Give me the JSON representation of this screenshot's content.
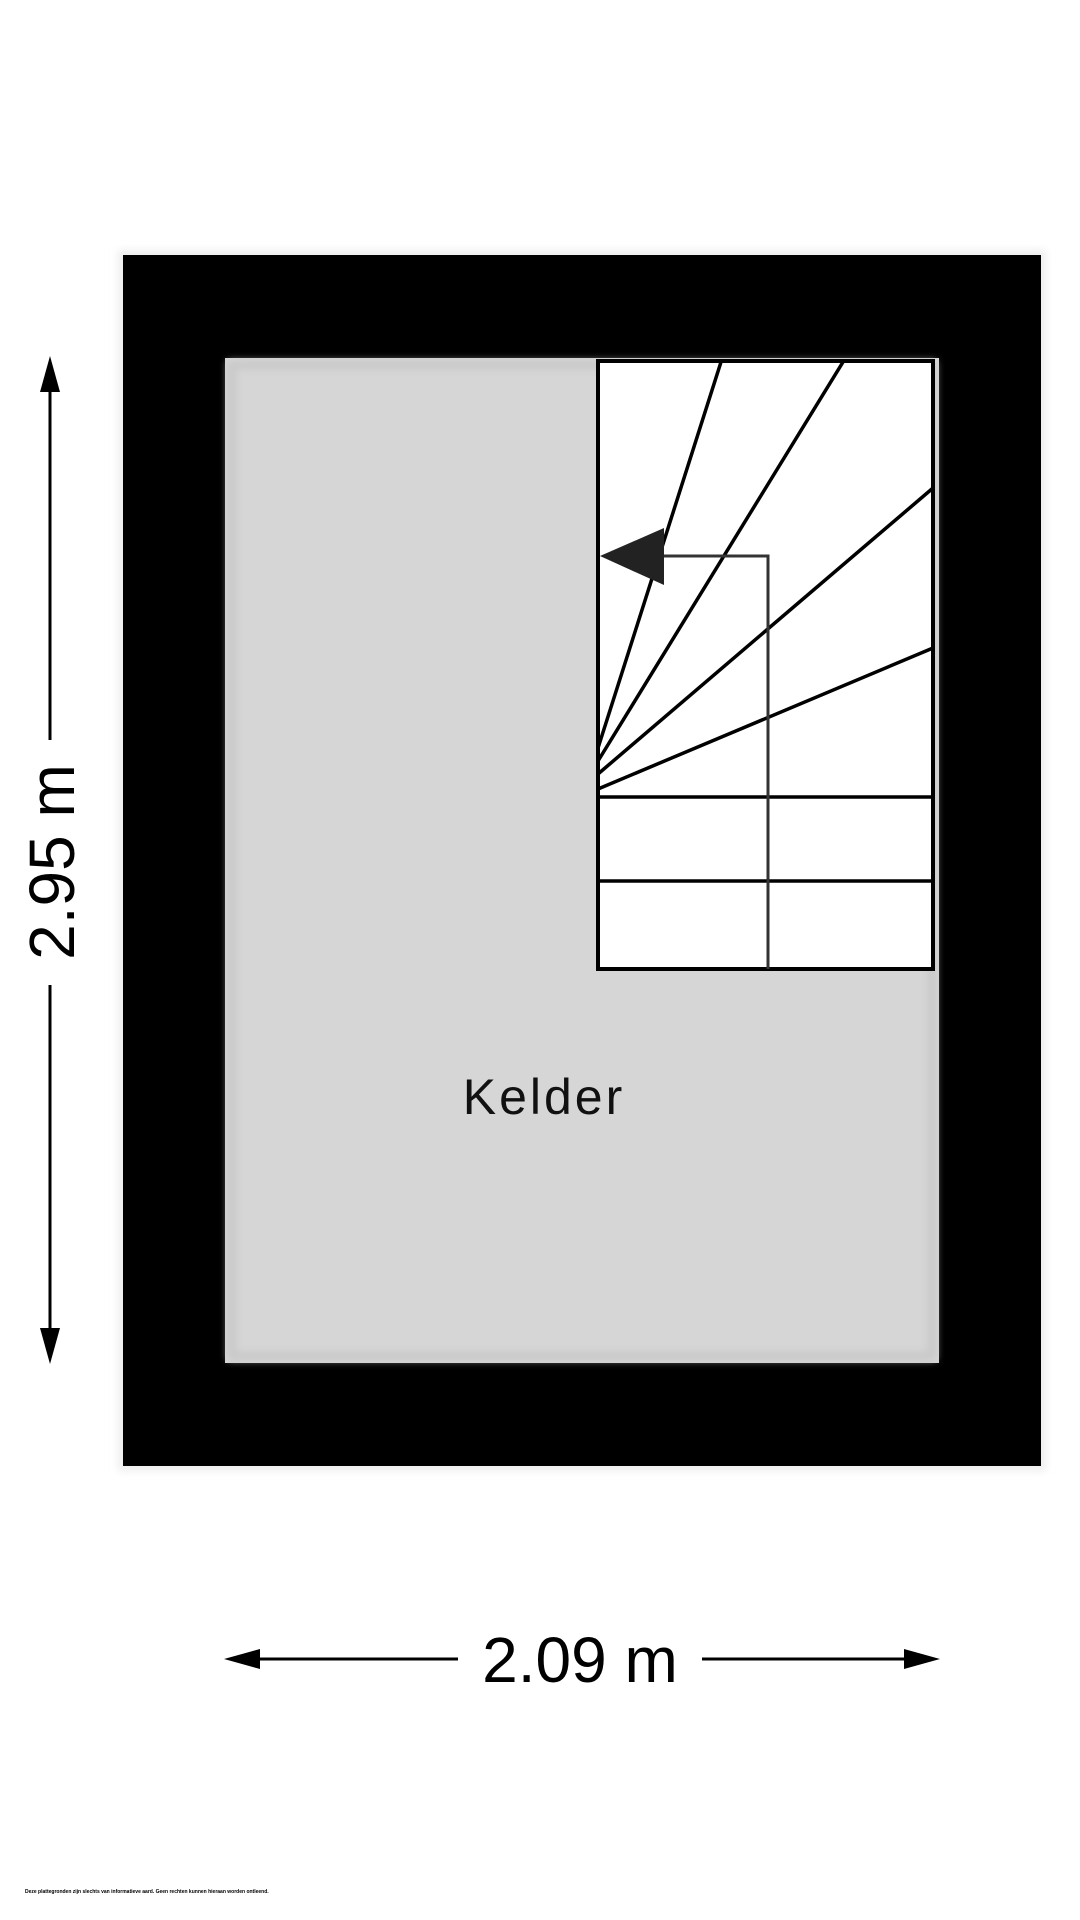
{
  "room": {
    "label": "Kelder",
    "floor_color": "#d6d6d6",
    "wall_color": "#000000"
  },
  "dimensions": {
    "height": "2.95 m",
    "width": "2.09 m"
  },
  "footer": {
    "disclaimer": "Deze plattegronden zijn slechts van informatieve aard. Geen rechten kunnen hieraan worden ontleend."
  }
}
